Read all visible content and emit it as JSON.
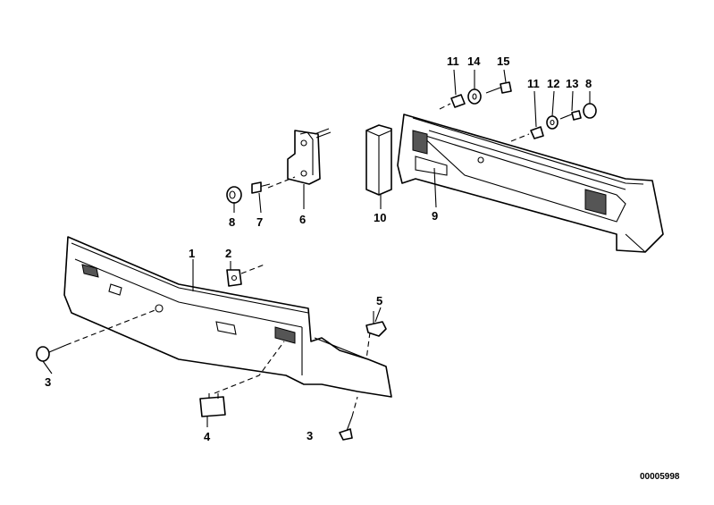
{
  "diagram": {
    "callouts": {
      "c1": "1",
      "c2": "2",
      "c3a": "3",
      "c3b": "3",
      "c4": "4",
      "c5": "5",
      "c6": "6",
      "c7": "7",
      "c8a": "8",
      "c8b": "8",
      "c9": "9",
      "c10": "10",
      "c11a": "11",
      "c11b": "11",
      "c12": "12",
      "c13": "13",
      "c14": "14",
      "c15": "15"
    },
    "document_number": "00005998"
  }
}
